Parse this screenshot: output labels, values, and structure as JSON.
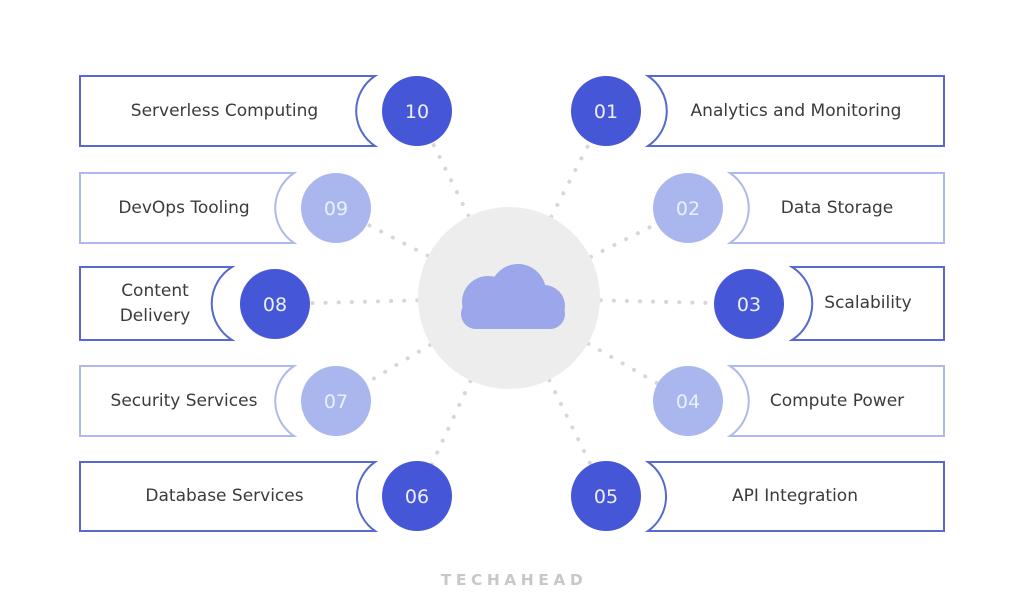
{
  "diagram": {
    "subject": "cloud-computing-features",
    "hub_icon": "cloud-icon"
  },
  "items": [
    {
      "number": "01",
      "label": "Analytics and Monitoring",
      "side": "right",
      "tone": "dark"
    },
    {
      "number": "02",
      "label": "Data Storage",
      "side": "right",
      "tone": "light"
    },
    {
      "number": "03",
      "label": "Scalability",
      "side": "right",
      "tone": "dark"
    },
    {
      "number": "04",
      "label": "Compute Power",
      "side": "right",
      "tone": "light"
    },
    {
      "number": "05",
      "label": "API Integration",
      "side": "right",
      "tone": "dark"
    },
    {
      "number": "06",
      "label": "Database Services",
      "side": "left",
      "tone": "dark"
    },
    {
      "number": "07",
      "label": "Security Services",
      "side": "left",
      "tone": "light"
    },
    {
      "number": "08",
      "label": "Content Delivery",
      "side": "left",
      "tone": "dark"
    },
    {
      "number": "09",
      "label": "DevOps Tooling",
      "side": "left",
      "tone": "light"
    },
    {
      "number": "10",
      "label": "Serverless Computing",
      "side": "left",
      "tone": "dark"
    }
  ],
  "footer": {
    "logo_text": "TECHAHEAD"
  },
  "colors": {
    "circle_dark": "#4557d6",
    "circle_light": "#aab7ee",
    "border_dark": "#5569cf",
    "border_light": "#aeb9ec",
    "number_text": "#ecf0fb",
    "label_text": "#3b3b3d",
    "hub": "#ededed",
    "cloud": "#9ba7ea",
    "dotted": "#d7d7d9",
    "logo": "#c8c8ca",
    "background": "#ffffff"
  }
}
